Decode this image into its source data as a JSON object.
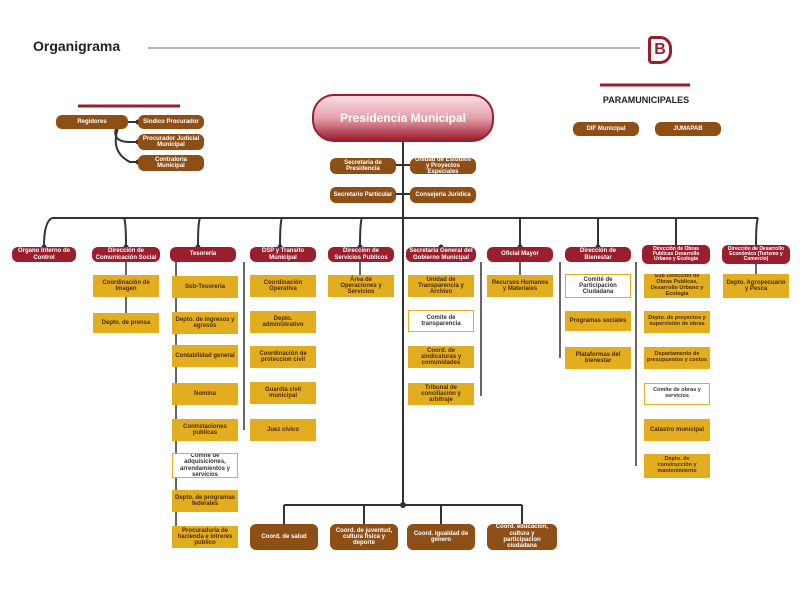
{
  "title": "Organigrama",
  "logo_letter": "B",
  "colors": {
    "dark_red": "#9b1e2e",
    "brown": "#8e4f16",
    "gold": "#e2ad1f",
    "line": "#333333"
  },
  "paramunicipales": {
    "title": "PARAMUNICIPALES",
    "items": [
      "DIF Municipal",
      "JUMAPAB"
    ]
  },
  "regidores": {
    "label": "Regidores",
    "items": [
      "Sindico Procurador",
      "Procurador Judicial Municipal",
      "Contraloria Municipal"
    ]
  },
  "presidencia": "Presidencia Municipal",
  "staff": {
    "left": [
      "Secretaria de Presidencia",
      "Secretario Particular"
    ],
    "right": [
      "Unidad de Estudios y Proyectos Especiales",
      "Consejeria Juridica"
    ]
  },
  "departments": [
    {
      "name": "Organo Interno de Control",
      "children": []
    },
    {
      "name": "Dirección de Comunicación Social",
      "children": [
        "Coordinación de Imagen",
        "Depto. de prensa"
      ]
    },
    {
      "name": "Tesorería",
      "children": [
        "Sub-Tesoreria",
        "Depto. de ingresos y egresos",
        "Contabilidad general",
        "Nomina",
        "Contrataciones publicas",
        "Comite de adquisiciones, arrendamientos y servicios",
        "Depto. de programas federales",
        "Procuraduria de hacienda e intreres publico"
      ]
    },
    {
      "name": "DSP y Transito Municipal",
      "children": [
        "Coordinación Operativa",
        "Depto. administrativo",
        "Coordinación de proteccion civil",
        "Guardia civil municipal",
        "Juez civico"
      ]
    },
    {
      "name": "Direccion de Servicios Publicos",
      "children": [
        "Área de Operaciones y Servicios"
      ]
    },
    {
      "name": "Secretaria General del Gobierno Municipal",
      "children": [
        "Unidad de Transparencia y Archivo",
        "Comite de transparencia",
        "Coord. de sindicaturas y comunidades",
        "Tribunal de conciliación y arbitraje"
      ]
    },
    {
      "name": "Oficial Mayor",
      "children": [
        "Recursos Humanos y Materiales"
      ]
    },
    {
      "name": "Dirección de Bienestar",
      "children": [
        "Comité de Participación Ciudadana",
        "Programas sociales",
        "Plataformas del bienestar"
      ]
    },
    {
      "name": "Dirección de Obras Publicas Desarrollo Urbano y Ecologia",
      "children": [
        "Sub Direccion de Obras Publicas, Desarrollo Urbano y Ecologia",
        "Depto. de proyectos y supervisión de obras",
        "Departamento de presupuestos y costos",
        "Comite de obras y servicios",
        "Catastro municipal",
        "Depto. de construcción y mantenimiento"
      ]
    },
    {
      "name": "Dirección de Desarrollo Económico (Turismo y Comercio)",
      "children": [
        "Depto. Agropecuario y Pesca"
      ]
    }
  ],
  "bottom": [
    "Coord. de salud",
    "Coord. de juventud, cultura fisica y deporte",
    "Coord. igualdad de genero",
    "Coord. educacion, cultura y participacion ciudadana"
  ]
}
